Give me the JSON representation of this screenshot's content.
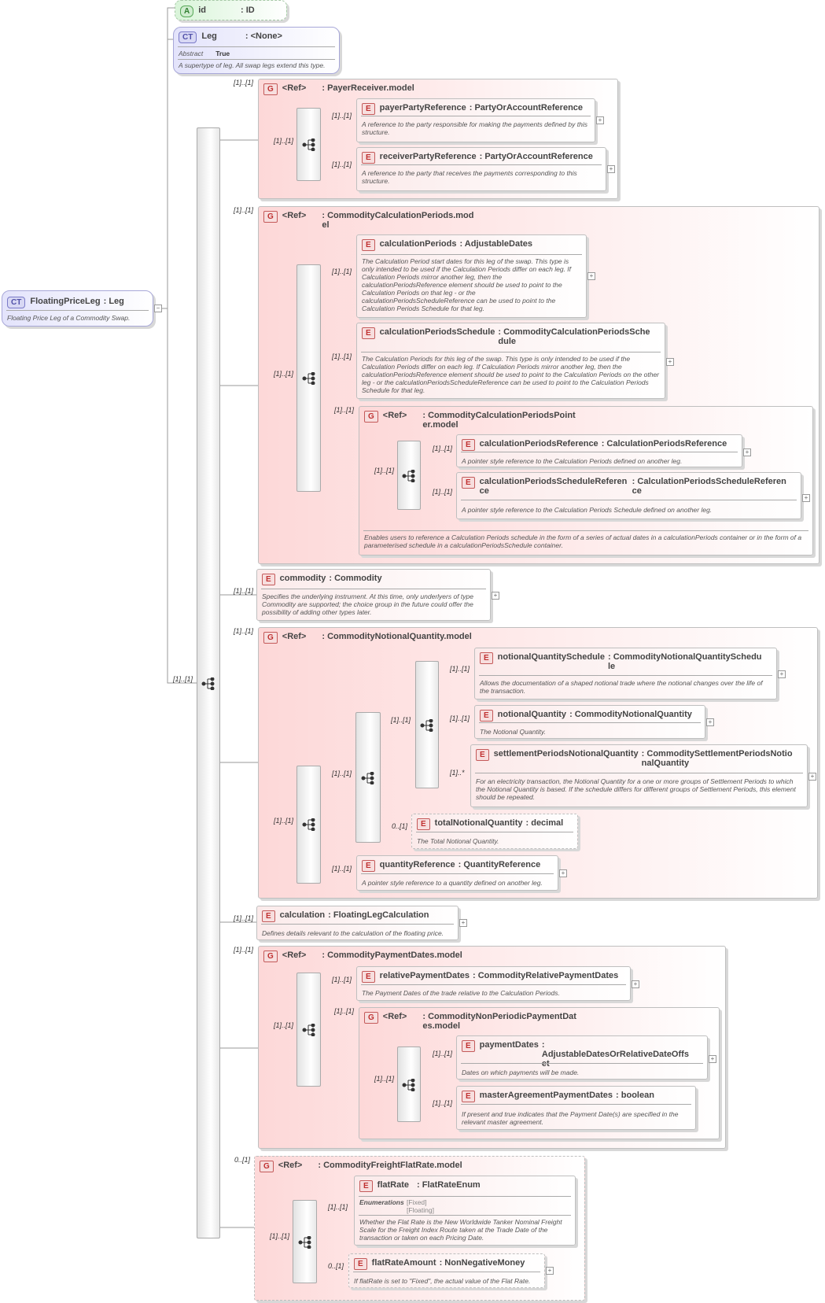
{
  "root": {
    "badge": "CT",
    "name": "FloatingPriceLeg",
    "type": ": Leg",
    "doc": "Floating Price Leg of a Commodity Swap."
  },
  "attr_id": {
    "badge": "A",
    "name": "id",
    "type": ": ID"
  },
  "leg_ct": {
    "badge": "CT",
    "name": "Leg",
    "type": ": <None>",
    "meta_label": "Abstract",
    "meta_value": "True",
    "doc": "A supertype of leg. All swap legs extend this type."
  },
  "root_card": "[1]..[1]",
  "payer_group": {
    "card": "[1]..[1]",
    "badge": "G",
    "name": "<Ref>",
    "type": ": PayerReceiver.model",
    "seq_card": "[1]..[1]"
  },
  "payer_party": {
    "card": "[1]..[1]",
    "badge": "E",
    "name": "payerPartyReference",
    "type": ": PartyOrAccountReference",
    "doc": "A reference to the party responsible for making the payments defined by this structure."
  },
  "receiver_party": {
    "card": "[1]..[1]",
    "badge": "E",
    "name": "receiverPartyReference",
    "type": ": PartyOrAccountReference",
    "doc": "A reference to the party that receives the payments corresponding to this structure."
  },
  "calc_group": {
    "card": "[1]..[1]",
    "badge": "G",
    "name": "<Ref>",
    "type": ": CommodityCalculationPeriods.mod el",
    "seq_card": "[1]..[1]"
  },
  "calc_periods": {
    "card": "[1]..[1]",
    "badge": "E",
    "name": "calculationPeriods",
    "type": ": AdjustableDates",
    "doc": "The Calculation Period start dates for this leg of the swap. This type is only intended to be used if the Calculation Periods differ on each leg. If Calculation Periods mirror another leg, then the calculationPeriodsReference element should be used to point to the Calculation Periods on that leg - or the calculationPeriodsScheduleReference can be used to point to the Calculation Periods Schedule for that leg."
  },
  "calc_schedule": {
    "card": "[1]..[1]",
    "badge": "E",
    "name": "calculationPeriodsSchedule",
    "type": ": CommodityCalculationPeriodsSche dule",
    "doc": "The Calculation Periods for this leg of the swap. This type is only intended to be used if the Calculation Periods differ on each leg. If Calculation Periods mirror another leg, then the calculationPeriodsReference element should be used to point to the Calculation Periods on the other leg - or the calculationPeriodsScheduleReference can be used to point to the Calculation Periods Schedule for that leg."
  },
  "calc_pointer_group": {
    "card": "[1]..[1]",
    "badge": "G",
    "name": "<Ref>",
    "type": ": CommodityCalculationPeriodsPoint er.model",
    "seq_card": "[1]..[1]",
    "doc": "Enables users to reference a Calculation Periods schedule in the form of a series of actual dates in a calculationPeriods container or in the form of a parameterised schedule in a calculationPeriodsSchedule container."
  },
  "calc_periods_ref": {
    "card": "[1]..[1]",
    "badge": "E",
    "name": "calculationPeriodsReference",
    "type": ": CalculationPeriodsReference",
    "doc": "A pointer style reference to the Calculation Periods defined on another leg."
  },
  "calc_schedule_ref": {
    "card": "[1]..[1]",
    "badge": "E",
    "name": "calculationPeriodsScheduleReferen ce",
    "type": ": CalculationPeriodsScheduleReferen ce",
    "doc": "A pointer style reference to the Calculation Periods Schedule defined on another leg."
  },
  "commodity": {
    "card": "[1]..[1]",
    "badge": "E",
    "name": "commodity",
    "type": ": Commodity",
    "doc": "Specifies the underlying instrument. At this time, only underlyers of type Commodity are supported; the choice group in the future could offer the possibility of adding other types later."
  },
  "notional_group": {
    "card": "[1]..[1]",
    "badge": "G",
    "name": "<Ref>",
    "type": ": CommodityNotionalQuantity.model",
    "seq_card": "[1]..[1]",
    "inner_card": "[1]..[1]",
    "choice_card": "[1]..[1]"
  },
  "notional_schedule": {
    "card": "[1]..[1]",
    "badge": "E",
    "name": "notionalQuantitySchedule",
    "type": ": CommodityNotionalQuantitySchedu le",
    "doc": "Allows the documentation of a shaped notional trade where the notional changes over the life of the transaction."
  },
  "notional_quantity": {
    "card": "[1]..[1]",
    "badge": "E",
    "name": "notionalQuantity",
    "type": ": CommodityNotionalQuantity",
    "doc": "The Notional Quantity."
  },
  "settlement_notional": {
    "card": "[1]..*",
    "badge": "E",
    "name": "settlementPeriodsNotionalQuantity",
    "type": ": CommoditySettlementPeriodsNotio nalQuantity",
    "doc": "For an electricity transaction, the Notional Quantity for a one or more groups of Settlement Periods to which the Notional Quantity is based. If the schedule differs for different groups of Settlement Periods, this element should be repeated."
  },
  "total_notional": {
    "card": "0..[1]",
    "badge": "E",
    "name": "totalNotionalQuantity",
    "type": ": decimal",
    "doc": "The Total Notional Quantity."
  },
  "quantity_ref": {
    "card": "[1]..[1]",
    "badge": "E",
    "name": "quantityReference",
    "type": ": QuantityReference",
    "doc": "A pointer style reference to a quantity defined on another leg."
  },
  "calculation": {
    "card": "[1]..[1]",
    "badge": "E",
    "name": "calculation",
    "type": ": FloatingLegCalculation",
    "doc": "Defines details relevant to the calculation of the floating price."
  },
  "payment_group": {
    "card": "[1]..[1]",
    "badge": "G",
    "name": "<Ref>",
    "type": ": CommodityPaymentDates.model",
    "seq_card": "[1]..[1]"
  },
  "relative_payment": {
    "card": "[1]..[1]",
    "badge": "E",
    "name": "relativePaymentDates",
    "type": ": CommodityRelativePaymentDates",
    "doc": "The Payment Dates of the trade relative to the Calculation Periods."
  },
  "nonperiodic_group": {
    "card": "[1]..[1]",
    "badge": "G",
    "name": "<Ref>",
    "type": ": CommodityNonPeriodicPaymentDat es.model",
    "seq_card": "[1]..[1]"
  },
  "payment_dates": {
    "card": "[1]..[1]",
    "badge": "E",
    "name": "paymentDates",
    "type": ": AdjustableDatesOrRelativeDateOffs et",
    "doc": "Dates on which payments will be made."
  },
  "master_agreement": {
    "card": "[1]..[1]",
    "badge": "E",
    "name": "masterAgreementPaymentDates",
    "type": ": boolean",
    "doc": "If present and true indicates that the Payment Date(s) are specified in the relevant master agreement."
  },
  "freight_group": {
    "card": "0..[1]",
    "badge": "G",
    "name": "<Ref>",
    "type": ": CommodityFreightFlatRate.model",
    "seq_card": "[1]..[1]"
  },
  "flat_rate": {
    "card": "[1]..[1]",
    "badge": "E",
    "name": "flatRate",
    "type": ": FlatRateEnum",
    "meta_label": "Enumerations",
    "enum_1": "[Fixed]",
    "enum_2": "[Floating]",
    "doc": "Whether the Flat Rate is the New Worldwide Tanker Nominal Freight Scale for the Freight Index Route taken at the Trade Date of the transaction or taken on each Pricing Date."
  },
  "flat_rate_amount": {
    "card": "0..[1]",
    "badge": "E",
    "name": "flatRateAmount",
    "type": ": NonNegativeMoney",
    "doc": "If flatRate is set to \"Fixed\", the actual value of the Flat Rate."
  },
  "colors": {
    "element_red": "#c03030",
    "group_fill": "#fdd8d8",
    "ct_fill": "#e3e3fb",
    "attr_fill": "#d9f4d9",
    "line": "#9a9a9a"
  }
}
